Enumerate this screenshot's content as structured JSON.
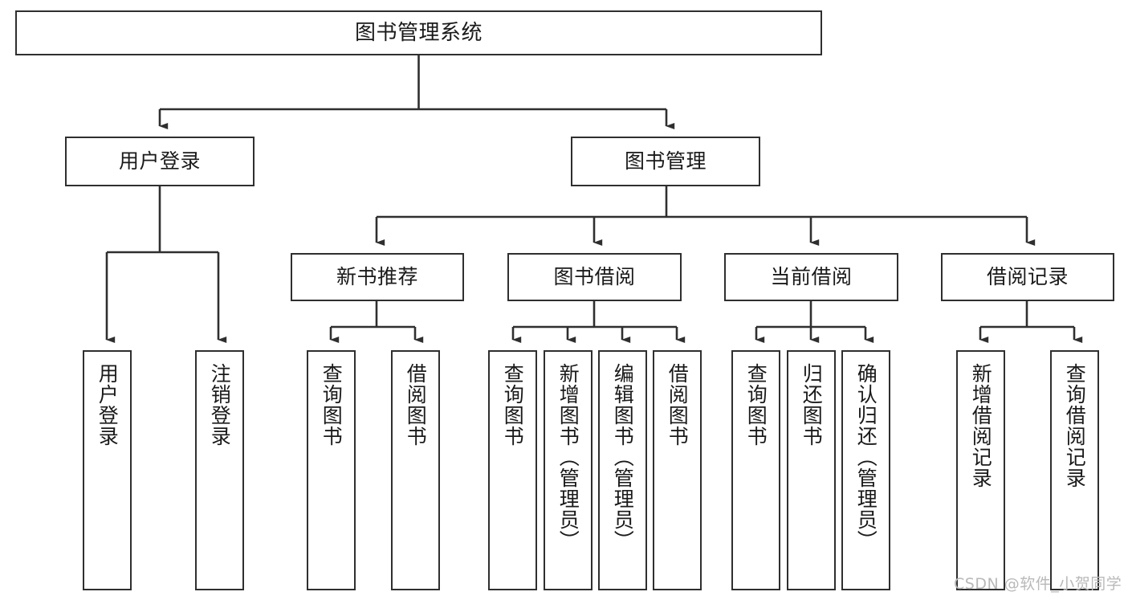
{
  "diagram": {
    "title": "图书管理系统",
    "type": "tree-hierarchy",
    "watermark": "CSDN @软件_小贺同学",
    "colors": {
      "stroke": "#2f2f2f",
      "fill": "#ffffff",
      "text": "#1a1a1a",
      "watermark": "#b9b9b9"
    },
    "levels": {
      "root": {
        "label": "图书管理系统"
      },
      "level2": [
        {
          "label": "用户登录"
        },
        {
          "label": "图书管理"
        }
      ],
      "level3": [
        {
          "label": "新书推荐"
        },
        {
          "label": "图书借阅"
        },
        {
          "label": "当前借阅"
        },
        {
          "label": "借阅记录"
        }
      ],
      "leaves": {
        "user_login": [
          {
            "label": "用户登录"
          },
          {
            "label": "注销登录"
          }
        ],
        "new_book_recommend": [
          {
            "label": "查询图书"
          },
          {
            "label": "借阅图书"
          }
        ],
        "book_borrow": [
          {
            "label": "查询图书"
          },
          {
            "label": "新增图书（管理员）"
          },
          {
            "label": "编辑图书（管理员）"
          },
          {
            "label": "借阅图书"
          }
        ],
        "current_borrow": [
          {
            "label": "查询图书"
          },
          {
            "label": "归还图书"
          },
          {
            "label": "确认归还（管理员）"
          }
        ],
        "borrow_record": [
          {
            "label": "新增借阅记录"
          },
          {
            "label": "查询借阅记录"
          }
        ]
      }
    }
  }
}
